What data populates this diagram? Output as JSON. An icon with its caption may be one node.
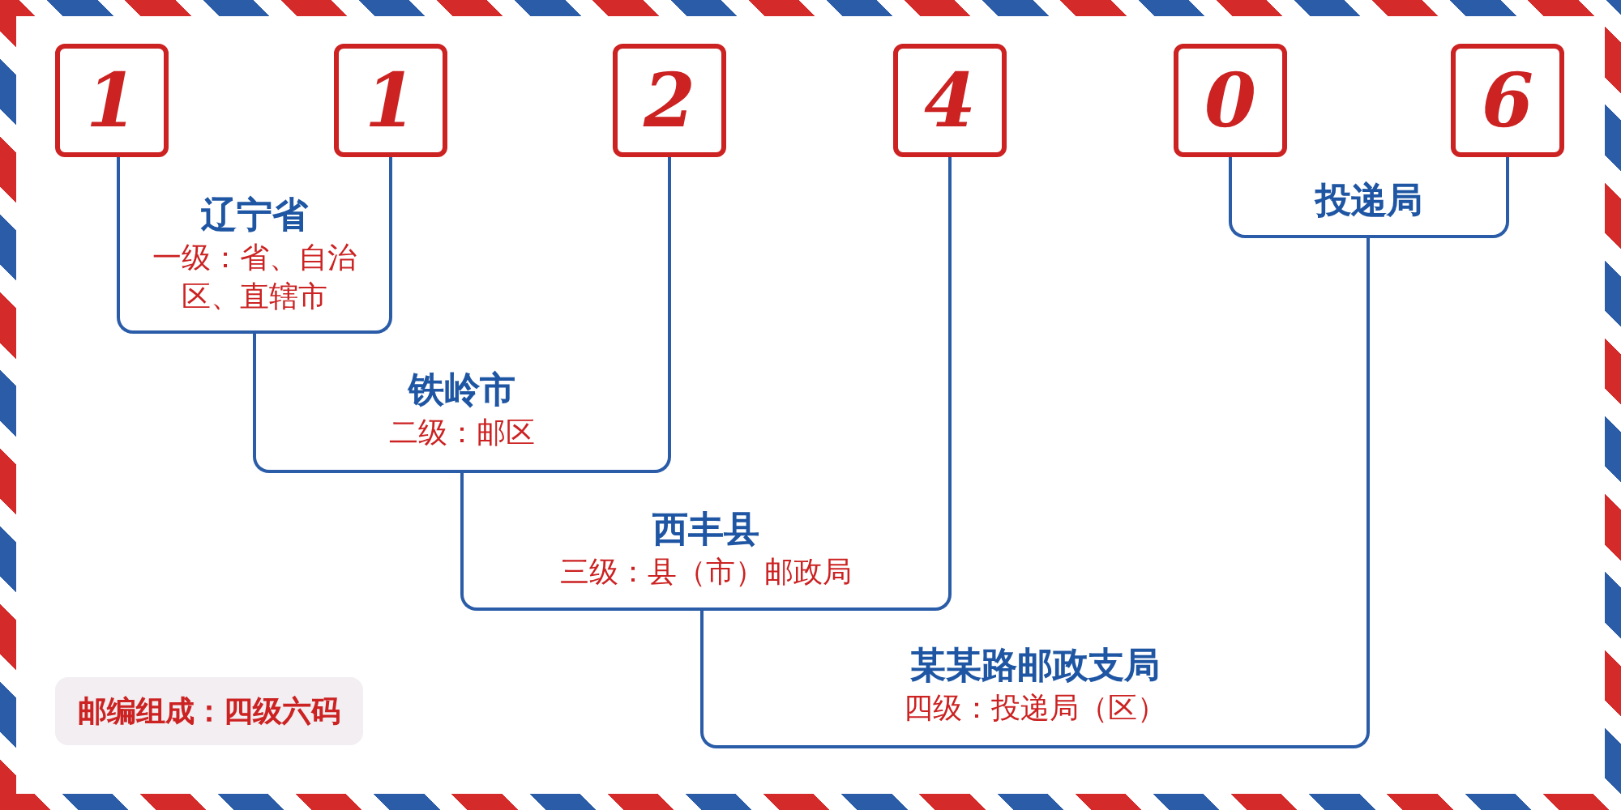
{
  "diagram": {
    "nodes": [
      {
        "text": [
          "1"
        ]
      },
      {
        "text": [
          "1"
        ]
      },
      {
        "text": [
          "2"
        ]
      },
      {
        "text": [
          "4"
        ]
      },
      {
        "text": [
          "0"
        ]
      },
      {
        "text": [
          "6"
        ]
      },
      {
        "text": [
          "辽宁省",
          "一级：省、自治区、直辖市"
        ]
      },
      {
        "text": [
          "投递局"
        ]
      },
      {
        "text": [
          "铁岭市",
          "二级：邮区"
        ]
      },
      {
        "text": [
          "西丰县",
          "三级：县（市）邮政局"
        ]
      },
      {
        "text": [
          "某某路邮政支局",
          "四级：投递局（区）"
        ]
      }
    ],
    "edges": [
      {
        "from": 0,
        "to": 6,
        "arrow": "none"
      },
      {
        "from": 1,
        "to": 6,
        "arrow": "none"
      },
      {
        "from": 6,
        "to": 8,
        "arrow": "none"
      },
      {
        "from": 2,
        "to": 8,
        "arrow": "none"
      },
      {
        "from": 8,
        "to": 9,
        "arrow": "none"
      },
      {
        "from": 3,
        "to": 9,
        "arrow": "none"
      },
      {
        "from": 4,
        "to": 7,
        "arrow": "none"
      },
      {
        "from": 5,
        "to": 7,
        "arrow": "none"
      },
      {
        "from": 9,
        "to": 10,
        "arrow": "none"
      },
      {
        "from": 7,
        "to": 10,
        "arrow": "none"
      }
    ],
    "labels": [
      "邮编组成：四级六码"
    ]
  }
}
